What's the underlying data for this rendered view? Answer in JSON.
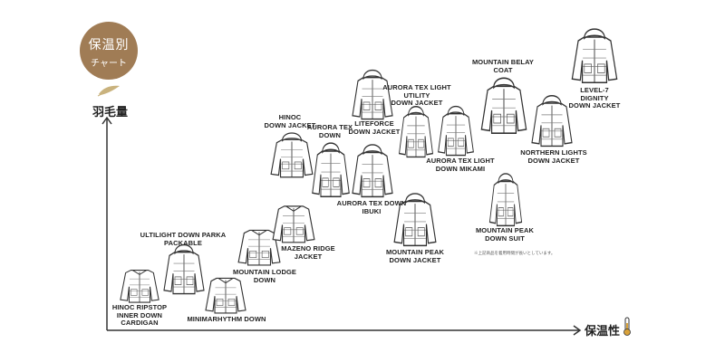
{
  "badge": {
    "line1": "保温別",
    "line2": "チャート"
  },
  "axes": {
    "y_label": "羽毛量",
    "x_label": "保温性"
  },
  "icons": {
    "y_icon": "feather-icon",
    "x_icon": "thermometer-icon"
  },
  "colors": {
    "badge": "#a07c55",
    "feather": "#c9b27d",
    "thermometer": "#d9a23a",
    "line": "#333333"
  },
  "products": [
    {
      "id": "hinoc-ripstop",
      "name": "HINOC RIPSTOP\nINNER DOWN\nCARDIGAN"
    },
    {
      "id": "ultilight-parka",
      "name": "ULTILIGHT DOWN PARKA\nPACKABLE"
    },
    {
      "id": "minimarhythm",
      "name": "MINIMARHYTHM DOWN"
    },
    {
      "id": "mountain-lodge",
      "name": "MOUNTAIN LODGE\nDOWN"
    },
    {
      "id": "mazeno-ridge",
      "name": "MAZENO RIDGE\nJACKET"
    },
    {
      "id": "hinoc-down",
      "name": "HINOC\nDOWN JACKET"
    },
    {
      "id": "aurora-tex-down",
      "name": "AURORA TEX\nDOWN"
    },
    {
      "id": "liteforce",
      "name": "LITEFORCE\nDOWN JACKET"
    },
    {
      "id": "aurora-tex-ibuki",
      "name": "AURORA TEX DOWN\nIBUKI"
    },
    {
      "id": "aurora-light-utility",
      "name": "AURORA TEX LIGHT\nUTILITY\nDOWN JACKET"
    },
    {
      "id": "aurora-light-mikami",
      "name": "AURORA TEX LIGHT\nDOWN MIKAMI"
    },
    {
      "id": "mountain-peak-jacket",
      "name": "MOUNTAIN PEAK\nDOWN JACKET"
    },
    {
      "id": "mountain-belay",
      "name": "MOUNTAIN BELAY\nCOAT"
    },
    {
      "id": "northern-lights",
      "name": "NORTHERN LIGHTS\nDOWN JACKET"
    },
    {
      "id": "level-7",
      "name": "LEVEL-7\nDIGNITY\nDOWN JACKET"
    },
    {
      "id": "mountain-peak-suit",
      "name": "MOUNTAIN PEAK\nDOWN SUIT"
    }
  ],
  "note": "※上記商品を着用時間が長いとしています。"
}
